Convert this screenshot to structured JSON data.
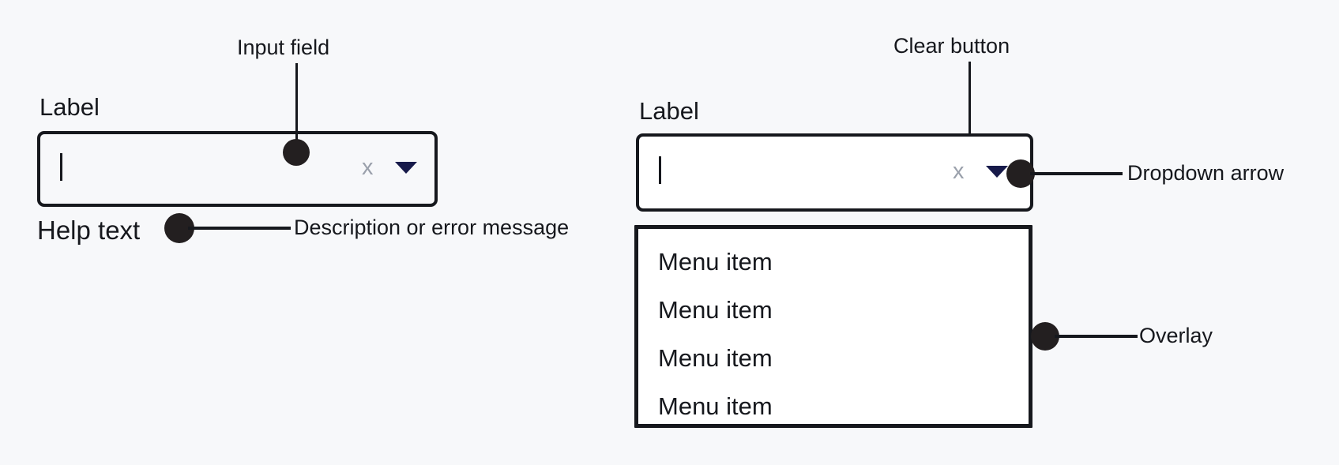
{
  "page": {
    "title": "Combobox anatomy annotation",
    "background_color": "#f7f8fa",
    "ink_color": "#16181d",
    "accent_color": "#171a4a",
    "muted_color": "#9aa0ab"
  },
  "left_example": {
    "label": "Label",
    "input_value": "",
    "caret_visible": true,
    "clear_button_glyph": "x",
    "dropdown_arrow_glyph": "▼",
    "help_text": "Help text"
  },
  "right_example": {
    "label": "Label",
    "input_value": "",
    "caret_visible": true,
    "clear_button_glyph": "x",
    "dropdown_arrow_glyph": "▼",
    "menu_items": [
      {
        "label": "Menu item"
      },
      {
        "label": "Menu item"
      },
      {
        "label": "Menu item"
      },
      {
        "label": "Menu item"
      }
    ]
  },
  "annotations": {
    "input_field": "Input field",
    "clear_button": "Clear button",
    "dropdown_arrow": "Dropdown arrow",
    "overlay": "Overlay",
    "description": "Description or error message"
  }
}
